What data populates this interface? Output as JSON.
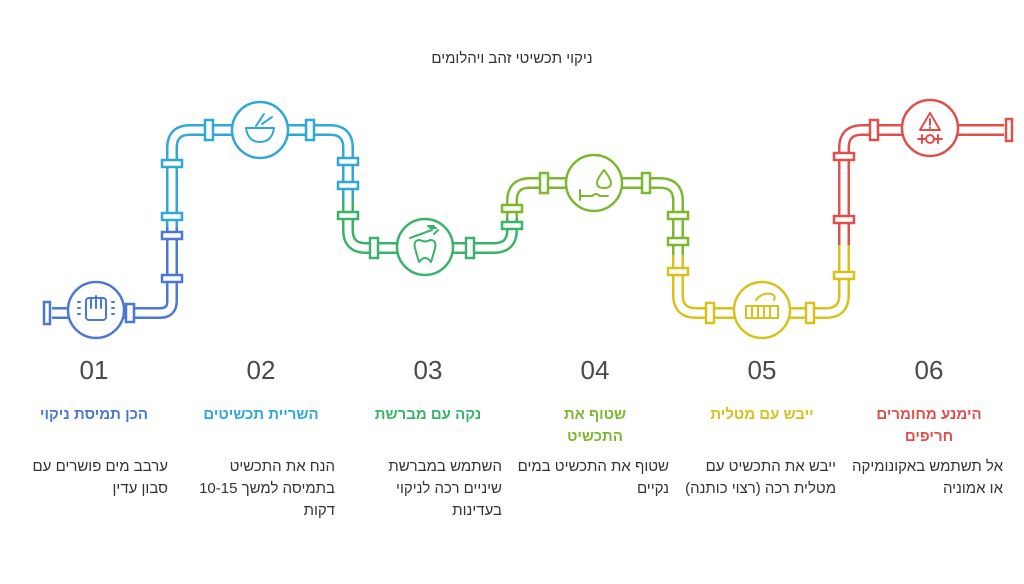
{
  "title": "ניקוי תכשיטי זהב ויהלומים",
  "steps": [
    {
      "number": "01",
      "title": "הכן תמיסת ניקוי",
      "description": "ערבב מים פושרים עם סבון עדין",
      "color": "#4a78d4",
      "icon": "hand-washing-icon"
    },
    {
      "number": "02",
      "title": "השריית תכשיטים",
      "description": "הנח את התכשיט בתמיסה למשך 10-15 דקות",
      "color": "#2fa8d8",
      "icon": "soaking-bowl-icon"
    },
    {
      "number": "03",
      "title": "נקה עם מברשת",
      "description": "השתמש במברשת שיניים רכה לניקוי בעדינות",
      "color": "#3ab36a",
      "icon": "toothbrush-icon"
    },
    {
      "number": "04",
      "title": "שטוף את התכשיט",
      "description": "שטוף את התכשיט במים נקיים",
      "color": "#7cb82f",
      "icon": "rinse-water-icon"
    },
    {
      "number": "05",
      "title": "ייבש עם מטלית",
      "description": "ייבש את התכשיט עם מטלית רכה (רצוי כותנה)",
      "color": "#d8c21a",
      "icon": "cloth-drying-icon"
    },
    {
      "number": "06",
      "title": "הימנע מחומרים חריפים",
      "description": "אל תשתמש באקונומיקה או אמוניה",
      "color": "#e0504a",
      "icon": "hazard-warning-icon"
    }
  ]
}
